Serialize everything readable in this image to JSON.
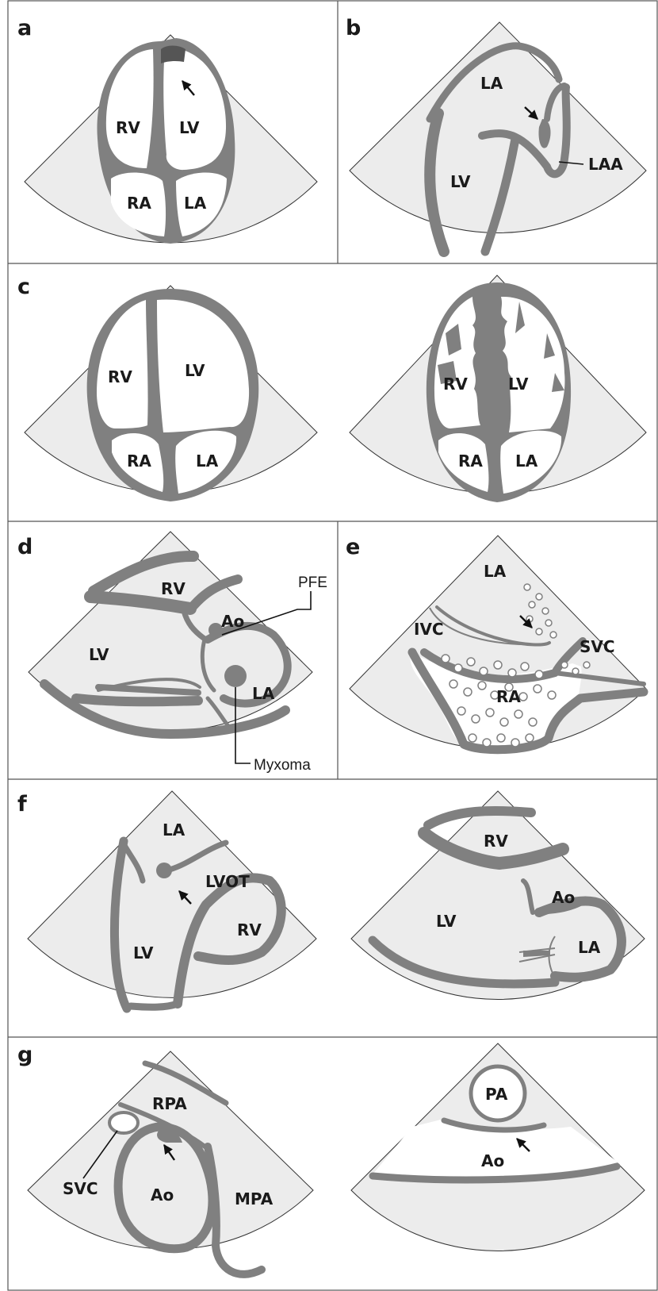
{
  "panels": {
    "a": {
      "letter": "a",
      "labels": {
        "rv": "RV",
        "lv": "LV",
        "ra": "RA",
        "la": "LA"
      }
    },
    "b": {
      "letter": "b",
      "labels": {
        "la": "LA",
        "lv": "LV",
        "laa": "LAA"
      }
    },
    "c": {
      "letter": "c",
      "left": {
        "rv": "RV",
        "lv": "LV",
        "ra": "RA",
        "la": "LA"
      },
      "right": {
        "rv": "RV",
        "lv": "LV",
        "ra": "RA",
        "la": "LA"
      }
    },
    "d": {
      "letter": "d",
      "labels": {
        "rv": "RV",
        "ao": "Ao",
        "lv": "LV",
        "la": "LA",
        "pfe": "PFE",
        "myxoma": "Myxoma"
      }
    },
    "e": {
      "letter": "e",
      "labels": {
        "la": "LA",
        "ivc": "IVC",
        "svc": "SVC",
        "ra": "RA"
      }
    },
    "f": {
      "letter": "f",
      "left": {
        "la": "LA",
        "lvot": "LVOT",
        "lv": "LV",
        "rv": "RV"
      },
      "right": {
        "rv": "RV",
        "ao": "Ao",
        "lv": "LV",
        "la": "LA"
      }
    },
    "g": {
      "letter": "g",
      "left": {
        "rpa": "RPA",
        "svc": "SVC",
        "ao": "Ao",
        "mpa": "MPA"
      },
      "right": {
        "pa": "PA",
        "ao": "Ao"
      }
    }
  }
}
